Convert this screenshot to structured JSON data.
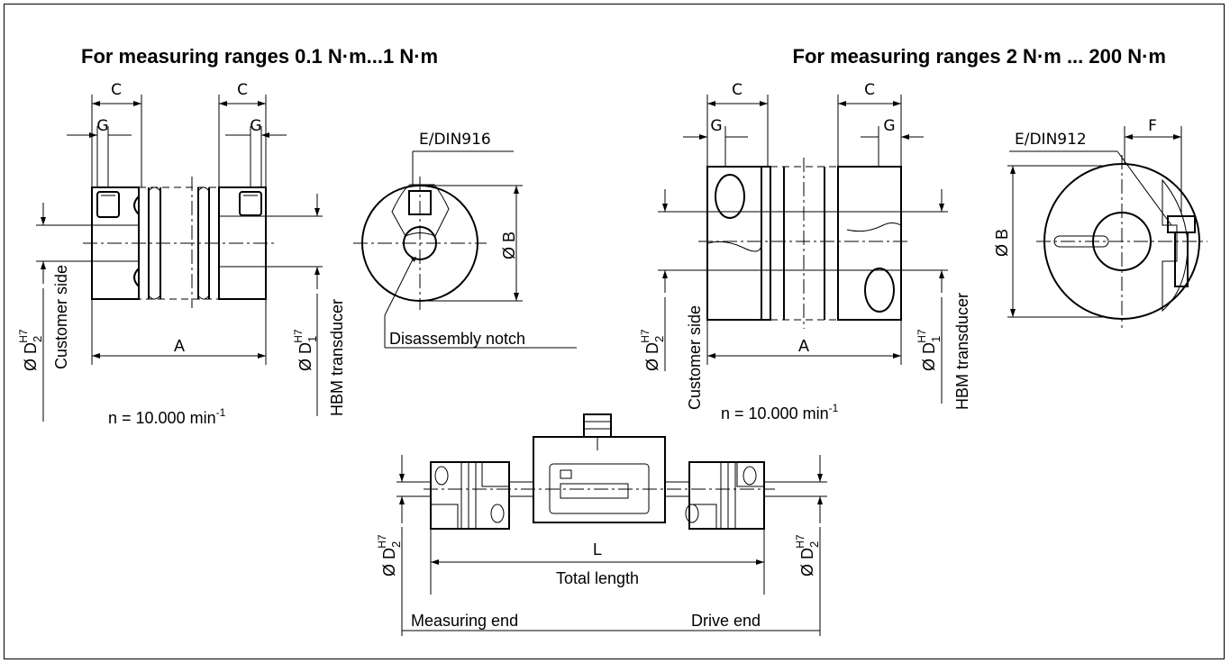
{
  "headings": {
    "left": "For measuring ranges 0.1 N·m...1 N·m",
    "right": "For measuring ranges 2 N·m ... 200 N·m"
  },
  "dims": {
    "c": "C",
    "g": "G",
    "a": "A",
    "b": "Ø B",
    "f": "F",
    "l": "L",
    "d1": "Ø D",
    "d1_sub": "1",
    "d2": "Ø D",
    "d2_sub": "2",
    "tol": "H7"
  },
  "labels": {
    "customer_side": "Customer side",
    "hbm_transducer": "HBM transducer",
    "speed_prefix": "n = 10.000 min",
    "speed_exp": "-1",
    "screw_916": "E/DIN916",
    "screw_912": "E/DIN912",
    "disassembly_notch": "Disassembly notch",
    "total_length": "Total length",
    "measuring_end": "Measuring end",
    "drive_end": "Drive end"
  }
}
